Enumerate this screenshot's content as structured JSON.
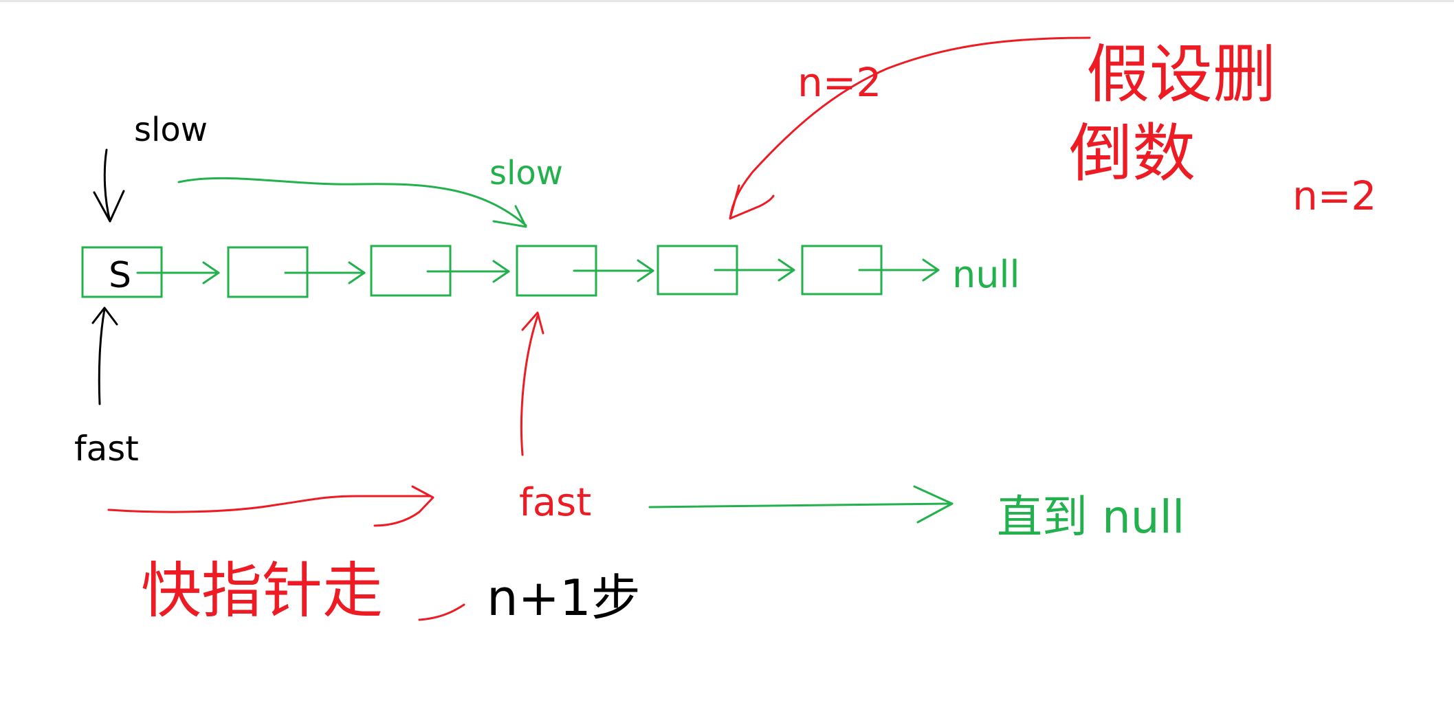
{
  "colors": {
    "green": "#22b14c",
    "red": "#ed1c24",
    "black": "#000000"
  },
  "labels": {
    "slow_top": "slow",
    "slow_mid": "slow",
    "node_s": "S",
    "null_end": "null",
    "fast_left": "fast",
    "fast_mid": "fast",
    "n_eq_2_top": "n=2",
    "note_line1": "假设删",
    "note_line2": "倒数",
    "n_eq_2_note": "n=2",
    "until_null": "直到 null",
    "fast_moves": "快指针走",
    "n_plus_1_steps": "n+1步"
  },
  "linked_list": {
    "node_count": 6,
    "first_node_label": "S",
    "terminator": "null"
  }
}
